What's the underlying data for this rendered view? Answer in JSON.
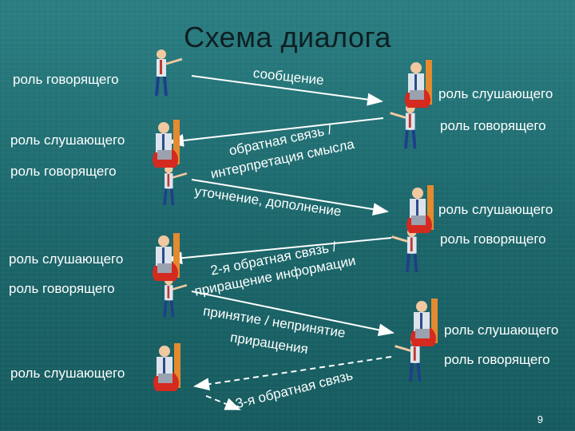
{
  "title": "Схема диалога",
  "roles": {
    "speaker": "роль говорящего",
    "listener": "роль слушающего"
  },
  "messages": [
    "сообщение",
    "обратная связь /",
    "интерпретация смысла",
    "уточнение, дополнение",
    "2-я обратная связь /",
    "приращение информации",
    "принятие / непринятие",
    "приращения",
    "3-я обратная связь"
  ],
  "page_number": "9",
  "colors": {
    "background": "#1f6d72",
    "text": "#ffffff",
    "title": "#0e1f22"
  }
}
